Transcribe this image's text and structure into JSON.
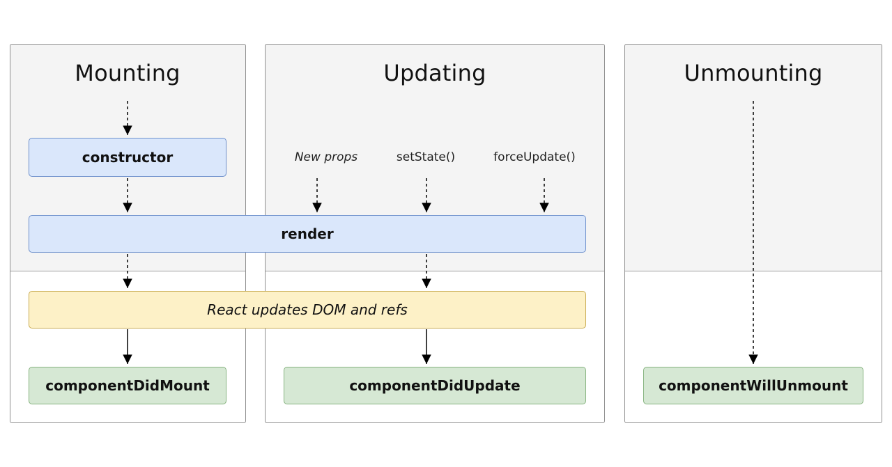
{
  "phases": {
    "mounting": "Mounting",
    "updating": "Updating",
    "unmounting": "Unmounting"
  },
  "triggers": {
    "new_props": "New props",
    "set_state": "setState()",
    "force_update": "forceUpdate()"
  },
  "methods": {
    "constructor": "constructor",
    "render": "render",
    "dom_update": "React updates DOM and refs",
    "did_mount": "componentDidMount",
    "did_update": "componentDidUpdate",
    "will_unmount": "componentWillUnmount"
  },
  "colors": {
    "render_phase_box": "#dae7fb",
    "commit_dom_box": "#fdf1c7",
    "commit_method_box": "#d6e8d4",
    "panel_top": "#f4f4f4"
  }
}
